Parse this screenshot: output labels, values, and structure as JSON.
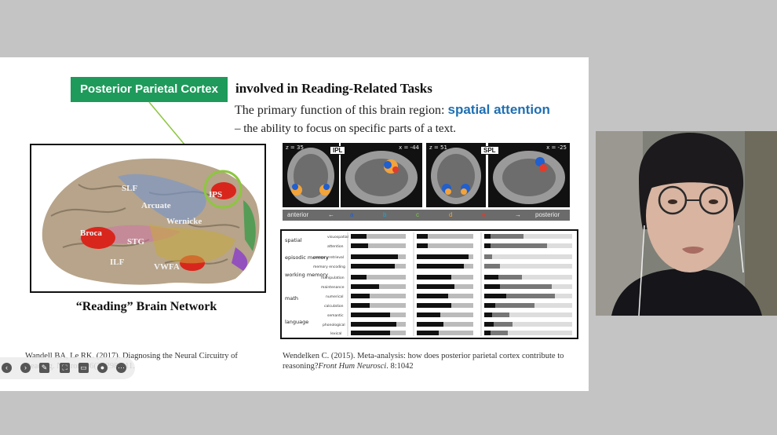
{
  "slide": {
    "green_label": "Posterior Parietal Cortex",
    "title_rest": "involved in Reading-Related Tasks",
    "subtitle_prefix": "The primary function of this brain region: ",
    "subtitle_highlight": "spatial attention",
    "subtitle_line2": "– the ability to focus on specific parts of a text.",
    "brain_caption": "“Reading” Brain Network",
    "brain_labels": [
      "SLF",
      "Arcuate",
      "IPS",
      "Wernicke",
      "Broca",
      "STG",
      "ILF",
      "VWFA"
    ],
    "ref_left": "Wandell BA, Le RK. (2017). Diagnosing the Neural Circuitry of Reading. Neuron. 96(2):298-311.",
    "ref_right_prefix": "Wendelken C. (2015). Meta-analysis: how does posterior parietal cortex contribute to reasoning?",
    "ref_right_journal": "Front Hum Neurosci",
    "ref_right_suffix": ". 8:1042"
  },
  "scans": {
    "labels": [
      "z = 35",
      "x = -44",
      "z = 51",
      "x = -25"
    ],
    "tags": [
      "IPL",
      "SPL"
    ],
    "axis_left": "anterior",
    "axis_right": "posterior",
    "arrow_left": "←",
    "arrow_right": "→",
    "axis_letters": [
      "a",
      "b",
      "c",
      "d",
      "e"
    ],
    "axis_colors": [
      "#1f5fd0",
      "#17a7d6",
      "#7ac943",
      "#f2a33a",
      "#e23b2b"
    ]
  },
  "bar_chart": {
    "groups": [
      {
        "name": "spatial",
        "rows": [
          "visuospatial",
          "attention"
        ]
      },
      {
        "name": "episodic memory",
        "rows": [
          "memory retrieval",
          "memory encoding"
        ]
      },
      {
        "name": "working memory",
        "rows": [
          "manipulation",
          "maintenance"
        ]
      },
      {
        "name": "math",
        "rows": [
          "numerical",
          "calculation"
        ]
      },
      {
        "name": "language",
        "rows": [
          "semantic",
          "phonological",
          "lexical"
        ]
      }
    ]
  },
  "toolbar": {
    "icons": [
      "back-icon",
      "forward-icon",
      "pen-icon",
      "fit-screen-icon",
      "present-icon",
      "video-icon",
      "more-icon"
    ]
  },
  "colors": {
    "green": "#1e9a5a",
    "highlight_blue": "#1f6fb2"
  }
}
